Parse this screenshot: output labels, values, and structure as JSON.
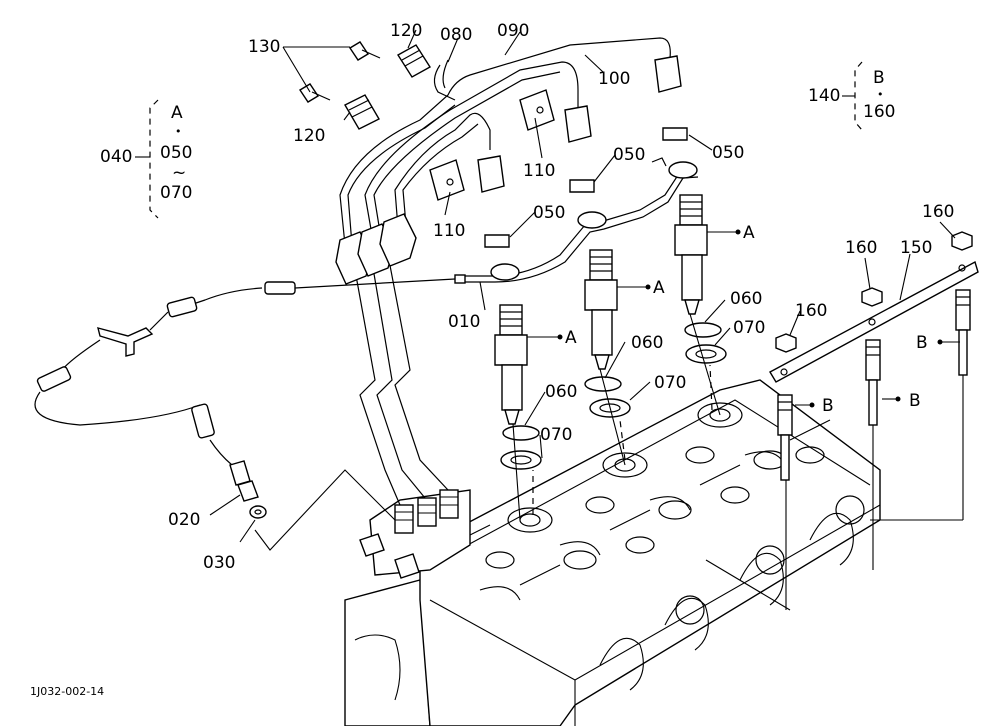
{
  "figure_id": "1J032-002-14",
  "labels": {
    "l010": "010",
    "l020": "020",
    "l030": "030",
    "l050a": "050",
    "l050b": "050",
    "l050c": "050",
    "l060a": "060",
    "l060b": "060",
    "l060c": "060",
    "l070a": "070",
    "l070b": "070",
    "l070c": "070",
    "l080": "080",
    "l090": "090",
    "l100": "100",
    "l110a": "110",
    "l110b": "110",
    "l120a": "120",
    "l120b": "120",
    "l130": "130",
    "l150": "150",
    "l160a": "160",
    "l160b": "160",
    "l160c": "160",
    "callout_a1": "A",
    "callout_a2": "A",
    "callout_a3": "A",
    "callout_b1": "B",
    "callout_b2": "B",
    "callout_b3": "B"
  },
  "group_040": {
    "code": "040",
    "top": "A",
    "dot": "•",
    "from": "050",
    "tilde": "~",
    "to": "070"
  },
  "group_140": {
    "code": "140",
    "top": "B",
    "dot": "•",
    "item": "160"
  }
}
